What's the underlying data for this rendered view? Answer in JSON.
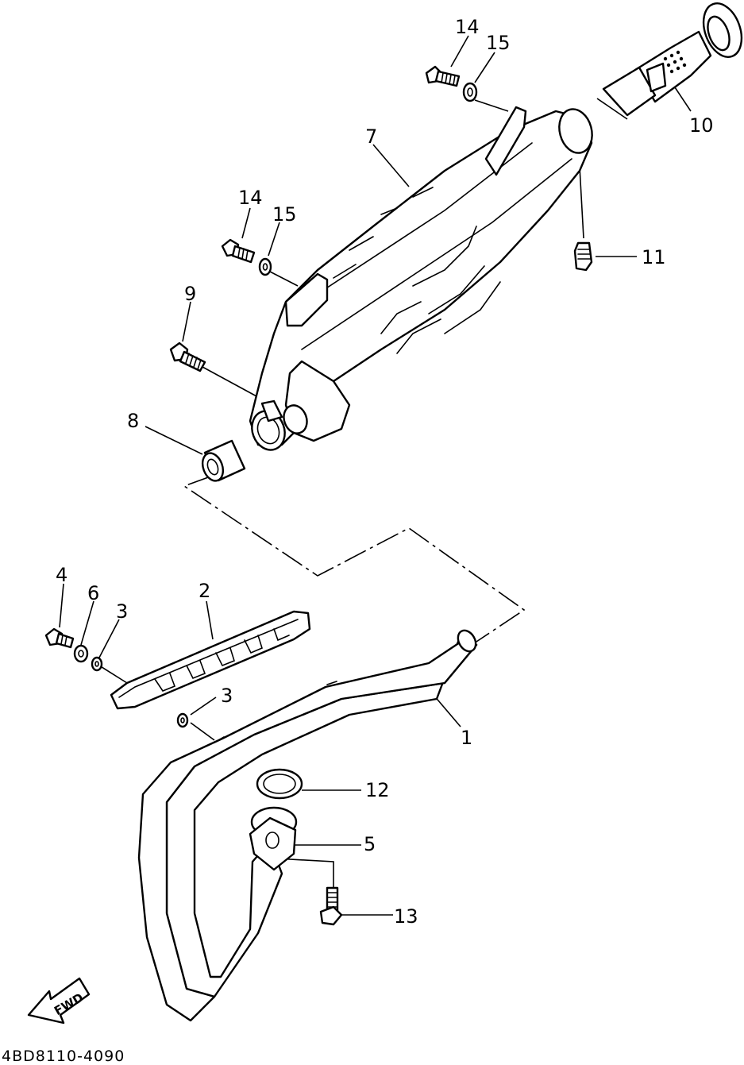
{
  "diagram_code": "4BD8110-4090",
  "direction_label": "FWD",
  "callouts": {
    "c1": "1",
    "c2": "2",
    "c3a": "3",
    "c3b": "3",
    "c4": "4",
    "c5": "5",
    "c6": "6",
    "c7": "7",
    "c8": "8",
    "c9": "9",
    "c10": "10",
    "c11": "11",
    "c12": "12",
    "c13": "13",
    "c14a": "14",
    "c14b": "14",
    "c15a": "15",
    "c15b": "15"
  }
}
